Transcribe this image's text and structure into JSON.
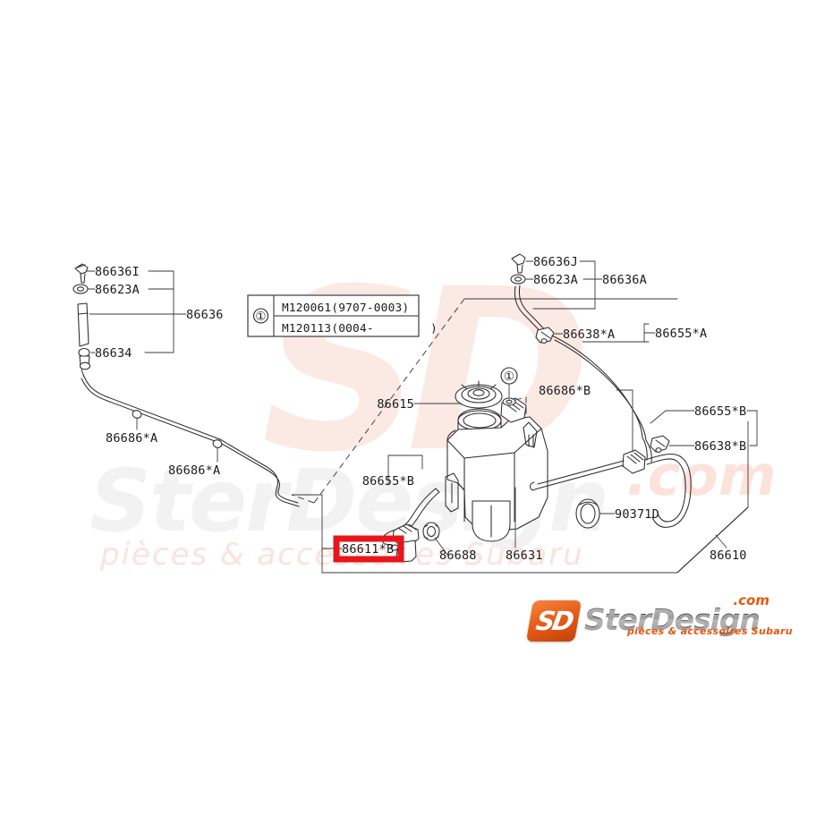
{
  "diagram": {
    "title": "Subaru Windshield Washer System Parts Diagram",
    "highlight_color": "#e8151b",
    "highlighted_part": "86611*B",
    "reference_table": {
      "marker": "①",
      "rows": [
        "M120061(9707-0003)",
        "M120113(0004-        )"
      ]
    },
    "callout_marker": "①",
    "labels": {
      "l_86636I": "86636I",
      "l_86623A_left": "86623A",
      "l_86636": "86636",
      "l_86634": "86634",
      "l_86686A_1": "86686*A",
      "l_86686A_2": "86686*A",
      "l_86636J": "86636J",
      "l_86623A_right": "86623A",
      "l_86636A": "86636A",
      "l_86638A": "86638*A",
      "l_86655A": "86655*A",
      "l_86615": "86615",
      "l_86686B": "86686*B",
      "l_86655B_right": "86655*B",
      "l_86638B": "86638*B",
      "l_86655B_left": "86655*B",
      "l_90371D": "90371D",
      "l_86610": "86610",
      "l_86611B": "86611*B",
      "l_86688": "86688",
      "l_86631": "86631"
    }
  },
  "watermarks": {
    "monogram": "SD",
    "brand_big": "SterDesign",
    "tagline": "pièces & accessoires Subaru",
    "dotcom": ".com"
  },
  "logo": {
    "mark": "SD",
    "name": "SterDesign",
    "dotcom": ".com",
    "tagline": "pièces & accessoires Subaru"
  }
}
